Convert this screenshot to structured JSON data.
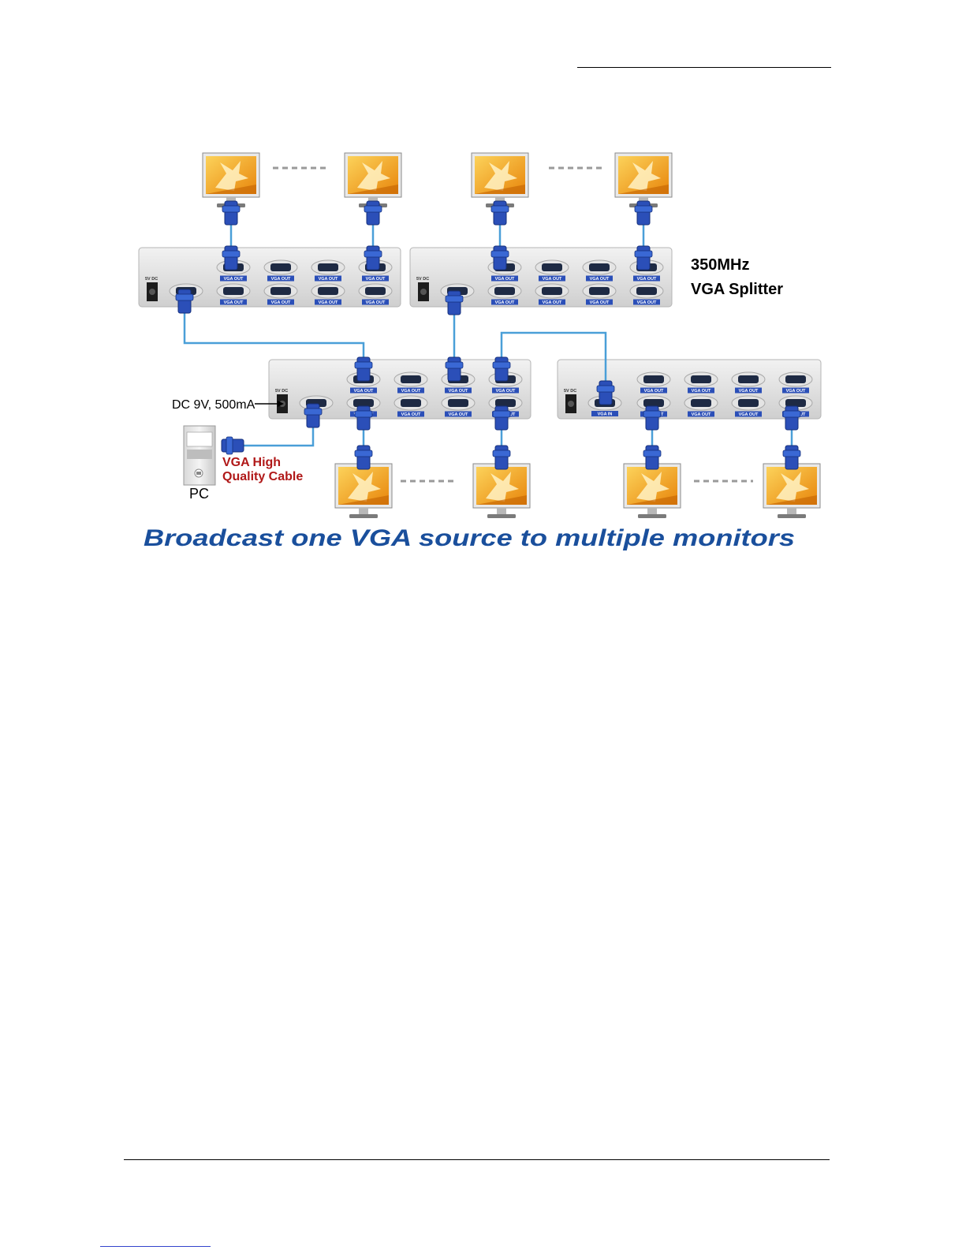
{
  "diagram": {
    "splitter_label_line1": "350MHz",
    "splitter_label_line2": "VGA Splitter",
    "power_label": "DC 9V, 500mA",
    "cable_label_line1": "VGA High",
    "cable_label_line2": "Quality Cable",
    "pc_label": "PC",
    "caption": "Broadcast one VGA source to multiple monitors",
    "port_vga_out": "VGA OUT",
    "port_vga_in": "VGA IN",
    "port_5v_dc": "5V DC"
  },
  "colors": {
    "cable": "#4a9fd8",
    "connector": "#2b4fb8",
    "caption": "#1a4f9c",
    "cable_label": "#b01818",
    "monitor_screen": "#f2a21c"
  }
}
